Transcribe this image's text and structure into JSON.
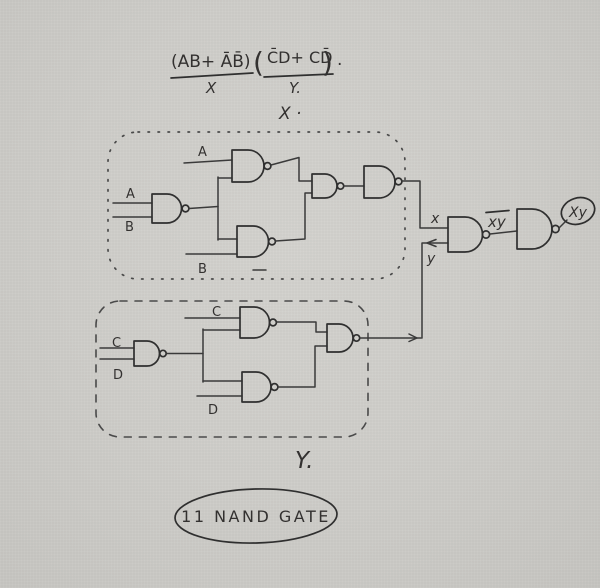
{
  "colors": {
    "ink": "#3a3a3a",
    "paper": "#cecdc9"
  },
  "formula": {
    "group1": {
      "expr": "(AB+ ĀB̄)",
      "label": "X"
    },
    "group2": {
      "open": "(",
      "expr": "C̄D+ CD̄",
      "close": ")",
      "dot": ".",
      "label": "Y."
    }
  },
  "x_block": {
    "label": "X ·",
    "inputs": {
      "a1": "A",
      "b1": "B",
      "a2": "A",
      "b2": "B"
    }
  },
  "y_block": {
    "label": "Y.",
    "inputs": {
      "c1": "C",
      "d1": "D",
      "c2": "C",
      "d2": "D"
    }
  },
  "output_stage": {
    "x_wire_label": "x",
    "y_wire_label": "y",
    "nand_output_label": "xy",
    "final_output_label": "Xy"
  },
  "caption": {
    "text": "11 NAND GATE"
  }
}
